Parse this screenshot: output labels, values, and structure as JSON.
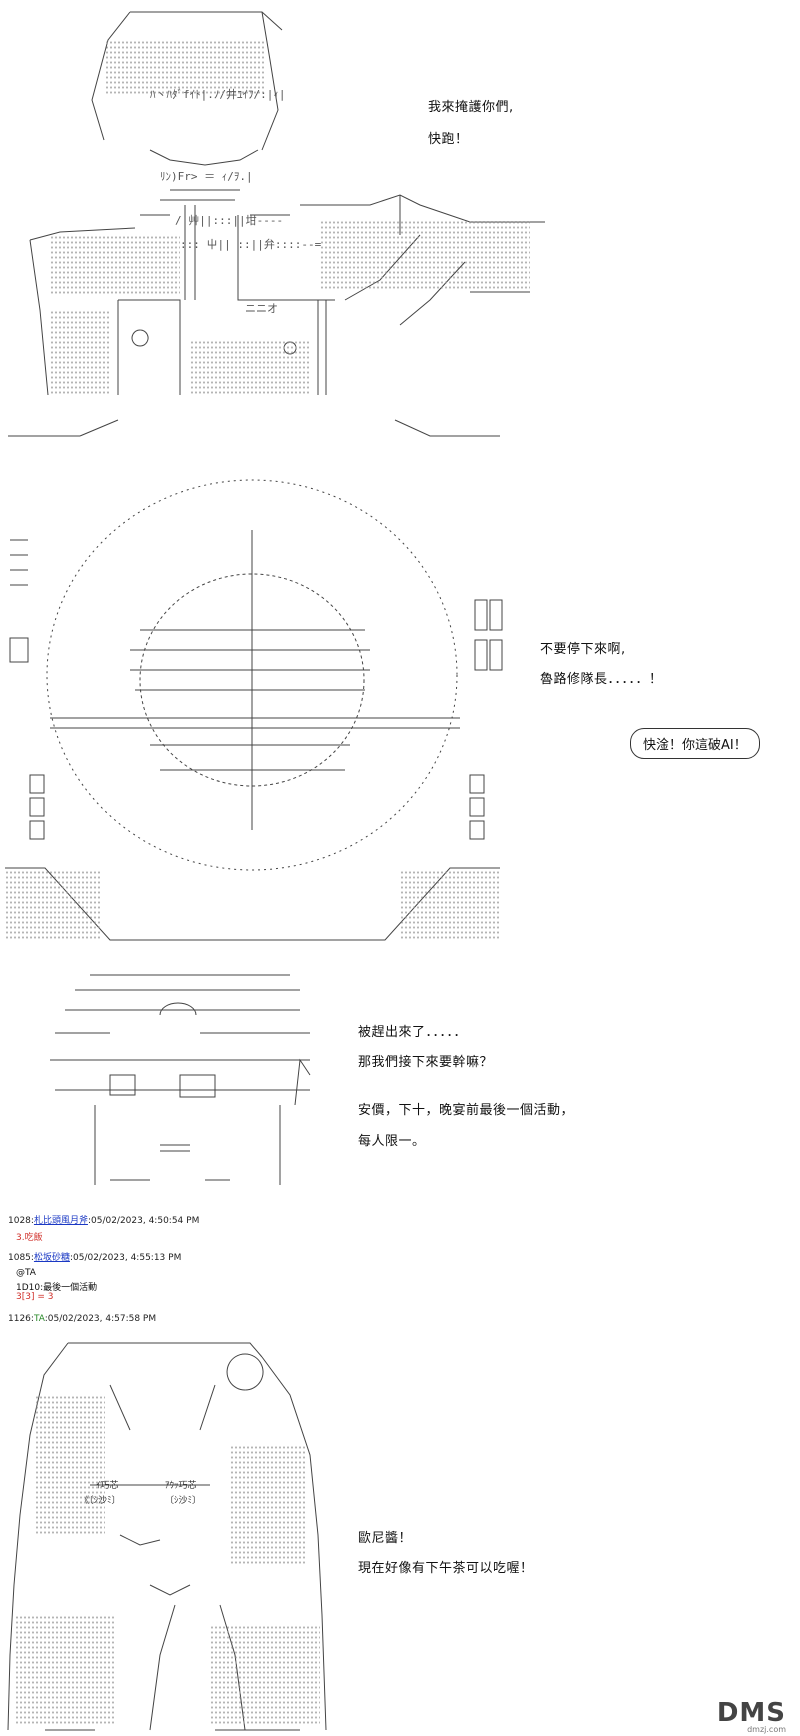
{
  "panel1": {
    "dialogue": [
      "我來掩護你們,",
      "快跑！"
    ]
  },
  "panel2": {
    "dialogue": [
      "不要停下來啊,",
      "魯路修隊長．．．．．！"
    ],
    "bubble": "快淦！你這破AI！"
  },
  "panel3": {
    "dialogue": [
      "被趕出來了．．．．．",
      "那我們接下來要幹嘛？",
      "安價，下十，晚宴前最後一個活動，",
      "每人限一。"
    ]
  },
  "posts": [
    {
      "num": "1028:",
      "user": "札比頭風月斧",
      "time": ":05/02/2023, 4:50:54 PM",
      "body": [
        "3.吃飯"
      ],
      "body_color": "#d0302a"
    },
    {
      "num": "1085:",
      "user": "松坂砂糖",
      "time": ":05/02/2023, 4:55:13 PM",
      "body": [
        "@TA",
        "1D10:最後一個活動",
        "3[3] = 3"
      ]
    },
    {
      "num": "1126:",
      "user": "TA",
      "time": ":05/02/2023, 4:57:58 PM"
    }
  ],
  "panel4": {
    "dialogue": [
      "歐尼醬！",
      "現在好像有下午茶可以吃喔！"
    ],
    "art_labels": [
      "ｲ巧芯",
      "《〔ｼ沙ﾐ〕",
      "ｱｳｯ巧芯",
      "〔ｼ沙ﾐ〕"
    ]
  },
  "watermark": {
    "logo": "DMS",
    "site": "dmzj.com"
  }
}
